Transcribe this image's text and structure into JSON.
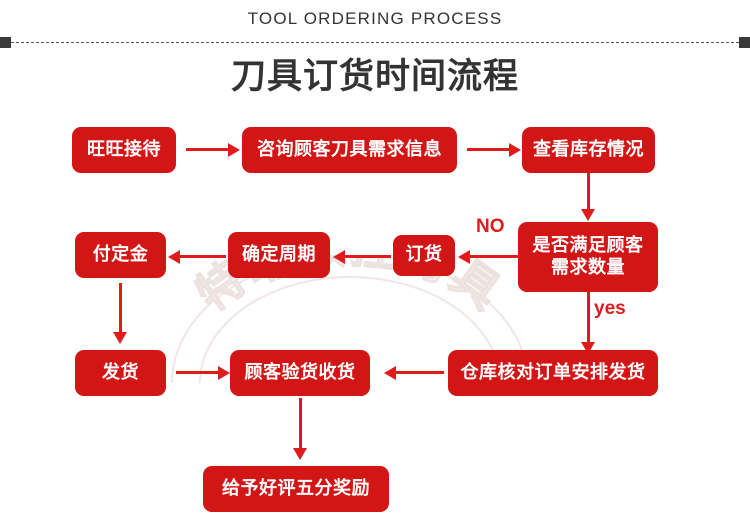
{
  "header": {
    "english_title": "TOOL ORDERING PROCESS",
    "chinese_title": "刀具订货时间流程"
  },
  "watermark": {
    "text": "特瑞数控刀具"
  },
  "colors": {
    "node_fill": "#d21515",
    "node_text": "#ffffff",
    "connector": "#e01b1b",
    "title_text": "#333333",
    "rule_cap": "#3a3a3a",
    "background": "#ffffff"
  },
  "flow": {
    "nodes": [
      {
        "id": "wangwang-reception",
        "label": "旺旺接待"
      },
      {
        "id": "consult-demand-info",
        "label": "咨询顾客刀具需求信息"
      },
      {
        "id": "check-inventory",
        "label": "查看库存情况"
      },
      {
        "id": "meets-demand-qty",
        "label": "是否满足顾客\n需求数量"
      },
      {
        "id": "place-order",
        "label": "订货"
      },
      {
        "id": "confirm-cycle",
        "label": "确定周期"
      },
      {
        "id": "pay-deposit",
        "label": "付定金"
      },
      {
        "id": "ship-goods",
        "label": "发货"
      },
      {
        "id": "customer-inspect",
        "label": "顾客验货收货"
      },
      {
        "id": "warehouse-arrange",
        "label": "仓库核对订单安排发货"
      },
      {
        "id": "five-star-reward",
        "label": "给予好评五分奖励"
      }
    ],
    "edge_labels": {
      "no": "NO",
      "yes": "yes"
    }
  }
}
